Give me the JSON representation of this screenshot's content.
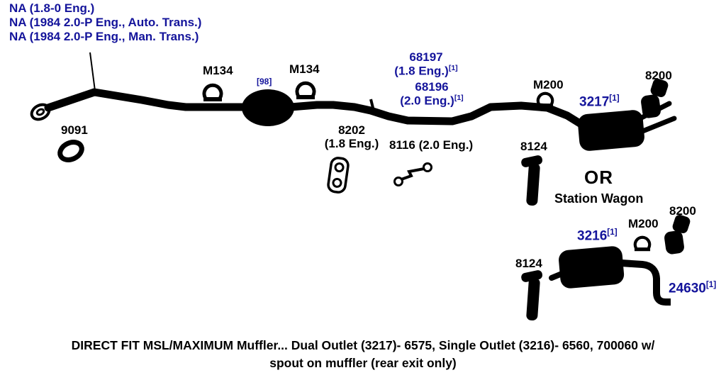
{
  "colors": {
    "label_blue": "#14149b",
    "diagram_black": "#000000",
    "background": "#ffffff"
  },
  "engine_notes": [
    "NA (1.8-0 Eng.)",
    "NA (1984 2.0-P Eng., Auto. Trans.)",
    "NA (1984 2.0-P Eng., Man. Trans.)"
  ],
  "labels": {
    "m134_left": "M134",
    "m134_right": "M134",
    "converter_ref": "[98]",
    "gasket_9091": "9091",
    "pipe_68197": {
      "number": "68197",
      "engine": "(1.8 Eng.)",
      "sup": "[1]"
    },
    "pipe_68196": {
      "number": "68196",
      "engine": "(2.0 Eng.)",
      "sup": "[1]"
    },
    "hanger_8202": {
      "number": "8202",
      "engine": "(1.8 Eng.)"
    },
    "hanger_8116": "8116 (2.0 Eng.)",
    "clamp_m200_top": "M200",
    "muffler_3217": {
      "number": "3217",
      "sup": "[1]"
    },
    "hanger_8200_top": "8200",
    "hanger_8124_top": "8124",
    "or_separator": "OR",
    "station_wagon": "Station Wagon",
    "muffler_3216": {
      "number": "3216",
      "sup": "[1]"
    },
    "clamp_m200_bottom": "M200",
    "hanger_8200_bottom": "8200",
    "hanger_8124_bottom": "8124",
    "tailpipe_24630": {
      "number": "24630",
      "sup": "[1]"
    }
  },
  "footer": {
    "line1": "DIRECT FIT MSL/MAXIMUM Muffler... Dual Outlet (3217)- 6575, Single Outlet (3216)- 6560, 700060 w/",
    "line2": "spout on muffler (rear exit only)"
  }
}
